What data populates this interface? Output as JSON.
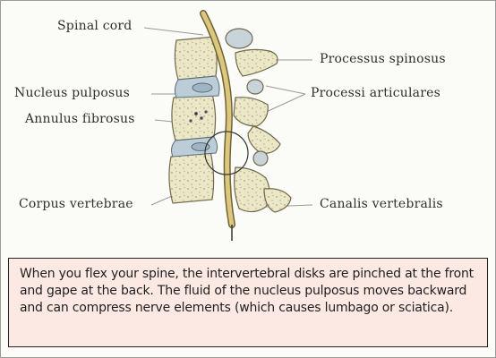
{
  "labels": {
    "spinal_cord": "Spinal cord",
    "nucleus_pulposus": "Nucleus pulposus",
    "annulus_fibrosus": "Annulus fibrosus",
    "corpus_vertebrae": "Corpus vertebrae",
    "processus_spinosus": "Processus spinosus",
    "processi_articulares": "Processi articulares",
    "canalis_vertebralis": "Canalis vertebralis"
  },
  "caption": "When you flex your spine, the intervertebral disks are pinched at the front and gape at the back. The fluid of the nucleus pulposus moves backward and can compress nerve elements (which causes lumbago or sciatica).",
  "colors": {
    "bone": "#eae6c3",
    "bone_shade": "#c9c49a",
    "disk": "#bccdd8",
    "spinal_cord": "#d8c47a",
    "caption_background": "#fde9e4",
    "leader_line": "#9a9a9a"
  }
}
